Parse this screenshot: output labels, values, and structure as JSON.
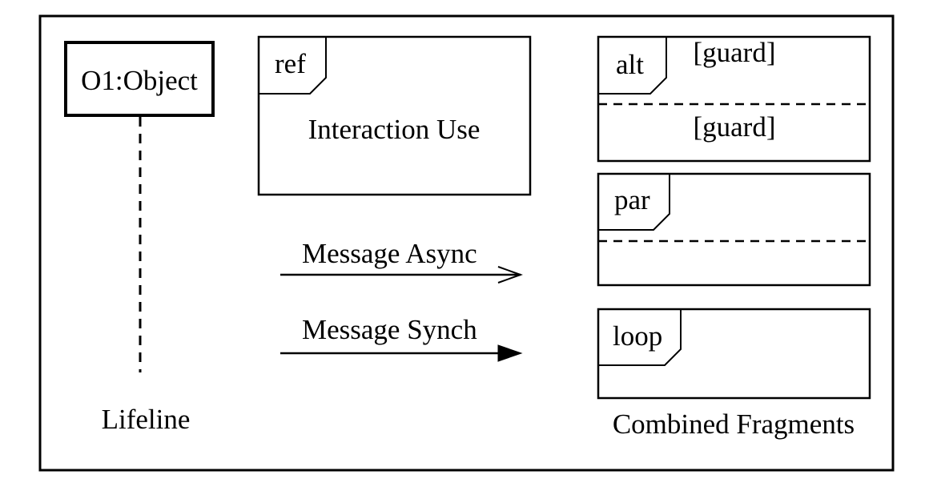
{
  "lifeline": {
    "object_label": "O1:Object",
    "caption": "Lifeline"
  },
  "interaction_use": {
    "operator": "ref",
    "label": "Interaction Use"
  },
  "messages": {
    "async_label": "Message Async",
    "synch_label": "Message Synch"
  },
  "fragments": {
    "alt_operator": "alt",
    "alt_guard_1": "[guard]",
    "alt_guard_2": "[guard]",
    "par_operator": "par",
    "loop_operator": "loop",
    "caption": "Combined Fragments"
  },
  "colors": {
    "stroke": "#000000",
    "background": "#ffffff"
  }
}
